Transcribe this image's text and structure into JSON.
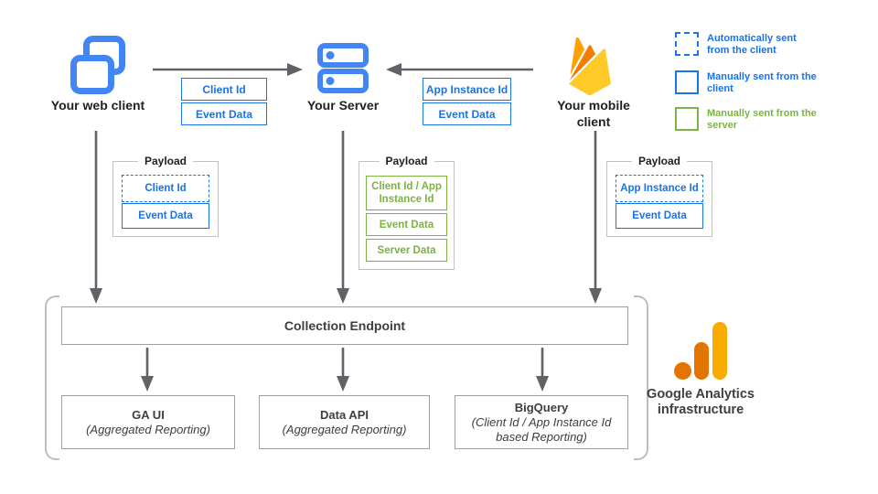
{
  "clients": {
    "web": {
      "label": "Your web client",
      "icon": "web-client-icon"
    },
    "server": {
      "label": "Your Server",
      "icon": "server-icon"
    },
    "mobile": {
      "label": "Your mobile client",
      "icon": "firebase-icon"
    }
  },
  "flow_labels": {
    "web_to_server": [
      "Client Id",
      "Event Data"
    ],
    "mobile_to_server": [
      "App Instance Id",
      "Event Data"
    ]
  },
  "payloads": {
    "web": {
      "title": "Payload",
      "items": [
        {
          "label": "Client Id",
          "style": "dashed-blue"
        },
        {
          "label": "Event Data",
          "style": "solid-blue"
        }
      ]
    },
    "server": {
      "title": "Payload",
      "items": [
        {
          "label": "Client Id / App Instance Id",
          "style": "solid-green"
        },
        {
          "label": "Event Data",
          "style": "solid-green"
        },
        {
          "label": "Server Data",
          "style": "solid-green"
        }
      ]
    },
    "mobile": {
      "title": "Payload",
      "items": [
        {
          "label": "App Instance Id",
          "style": "dashed-blue"
        },
        {
          "label": "Event Data",
          "style": "solid-blue"
        }
      ]
    }
  },
  "legend": {
    "items": [
      {
        "swatch": "dashed-blue-square",
        "label": "Automatically sent from the client",
        "color": "#1A73E8"
      },
      {
        "swatch": "solid-blue-square",
        "label": "Manually sent from the client",
        "color": "#1A73E8"
      },
      {
        "swatch": "solid-green-square",
        "label": "Manually sent from the server",
        "color": "#7CB342"
      }
    ]
  },
  "infrastructure": {
    "endpoint_label": "Collection Endpoint",
    "outputs": [
      {
        "title": "GA UI",
        "subtitle": "(Aggregated Reporting)"
      },
      {
        "title": "Data API",
        "subtitle": "(Aggregated Reporting)"
      },
      {
        "title": "BigQuery",
        "subtitle": "(Client Id / App Instance Id based Reporting)"
      }
    ],
    "caption": "Google Analytics infrastructure",
    "logo": "google-analytics-logo-icon"
  },
  "colors": {
    "blue": "#1A73E8",
    "icon_blue": "#4285F4",
    "green": "#7CB342",
    "arrow_gray": "#5F6368",
    "box_border_gray": "#9E9E9E",
    "firebase_amber": "#FFA000",
    "firebase_orange": "#F57C00",
    "firebase_yellow": "#FFCA28",
    "ga_orange": "#E37400",
    "ga_yellow": "#F9AB00"
  }
}
